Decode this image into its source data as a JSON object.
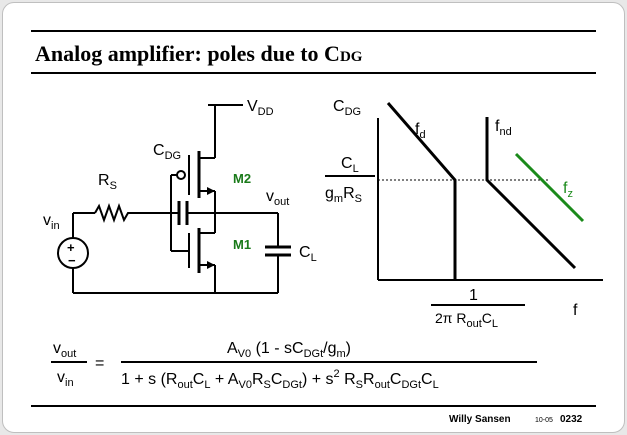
{
  "title": {
    "main": "Analog amplifier: poles due to C",
    "sub": "DG"
  },
  "circuit": {
    "vdd": {
      "v": "V",
      "sub": "DD"
    },
    "cdg": {
      "v": "C",
      "sub": "DG"
    },
    "rs": {
      "v": "R",
      "sub": "S"
    },
    "m2": "M2",
    "m1": "M1",
    "vout": {
      "v": "v",
      "sub": "out"
    },
    "vin": {
      "v": "v",
      "sub": "in"
    },
    "cl": {
      "v": "C",
      "sub": "L"
    },
    "plus": "+",
    "minus": "−"
  },
  "plot": {
    "yaxis": {
      "v": "C",
      "sub": "DG"
    },
    "xaxis": "f",
    "fd": {
      "v": "f",
      "sub": "d"
    },
    "fnd": {
      "v": "f",
      "sub": "nd"
    },
    "fz": {
      "v": "f",
      "sub": "z"
    },
    "level_num": {
      "v": "C",
      "sub": "L"
    },
    "level_den": {
      "a": "g",
      "a_sub": "m",
      "b": "R",
      "b_sub": "S"
    },
    "pole_num": "1",
    "pole_den": {
      "a": "2π R",
      "a_sub": "out",
      "b": "C",
      "b_sub": "L"
    },
    "colors": {
      "fz": "#1a8a1a",
      "dotted": "#000000"
    }
  },
  "formula": {
    "lhs_num": {
      "v": "v",
      "sub": "out"
    },
    "lhs_den": {
      "v": "v",
      "sub": "in"
    },
    "eq": "=",
    "num": {
      "a": "A",
      "a_sub": "V0",
      "b": " (1 -  sC",
      "b_sub": "DGt",
      "c": "/g",
      "c_sub": "m",
      "d": ")"
    },
    "den": {
      "p1": "1 + s (R",
      "p1_sub": "out",
      "p2": "C",
      "p2_sub": "L",
      "p3": " + A",
      "p3_sub": "V0",
      "p4": "R",
      "p4_sub": "S",
      "p5": "C",
      "p5_sub": "DGt",
      "p6": ") + s",
      "p6_sup": "2",
      "p7": " R",
      "p7_sub": "S",
      "p8": "R",
      "p8_sub": "out",
      "p9": "C",
      "p9_sub": "DGt",
      "p10": "C",
      "p10_sub": "L"
    }
  },
  "footer": {
    "author": "Willy Sansen",
    "date": "10-05",
    "number": "0232"
  }
}
